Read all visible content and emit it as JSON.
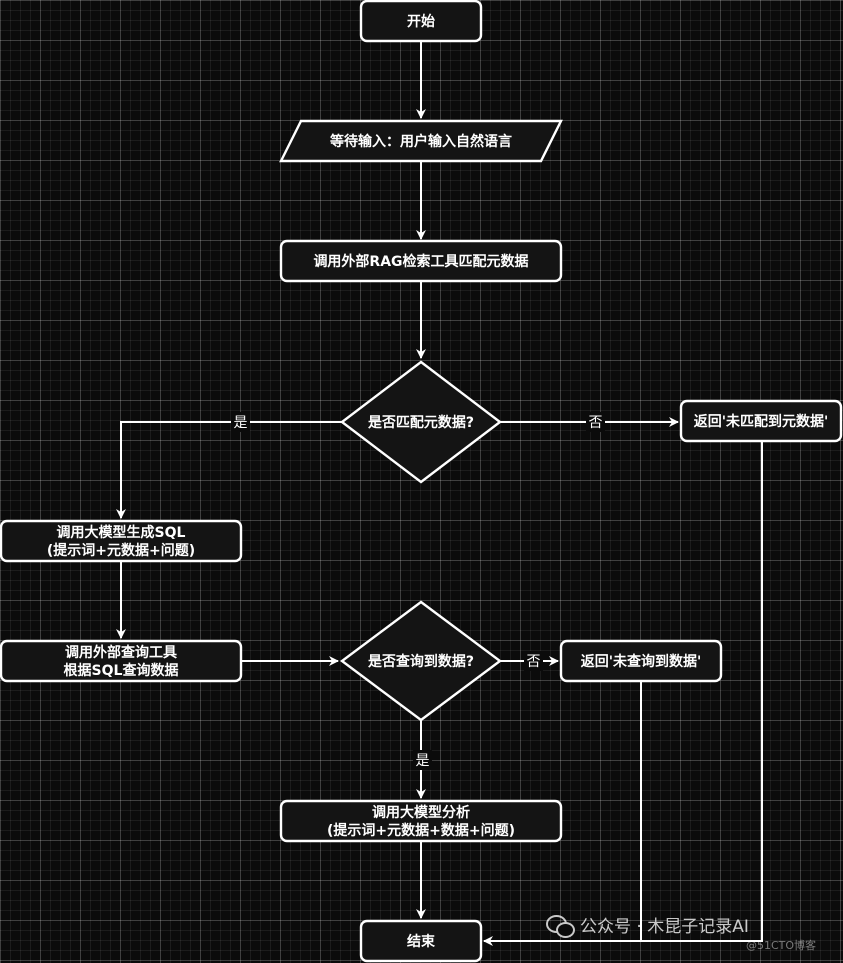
{
  "nodes": {
    "start": "开始",
    "input": "等待输入：用户输入自然语言",
    "rag": "调用外部RAG检索工具匹配元数据",
    "match_decision": "是否匹配元数据?",
    "no_metadata": "返回'未匹配到元数据'",
    "gen_sql": [
      "调用大模型生成SQL",
      "(提示词+元数据+问题)"
    ],
    "query_tool": [
      "调用外部查询工具",
      "根据SQL查询数据"
    ],
    "data_decision": "是否查询到数据?",
    "no_data": "返回'未查询到数据'",
    "analyze": [
      "调用大模型分析",
      "(提示词+元数据+数据+问题)"
    ],
    "end": "结束"
  },
  "edge_labels": {
    "yes_1": "是",
    "no_1": "否",
    "no_2": "否",
    "yes_2": "是"
  },
  "watermark": {
    "primary": "公众号 · 木昆子记录AI",
    "secondary": "@51CTO博客"
  },
  "colors": {
    "background": "#0b0b0b",
    "stroke": "#ffffff",
    "shape_fill": "#141414"
  }
}
